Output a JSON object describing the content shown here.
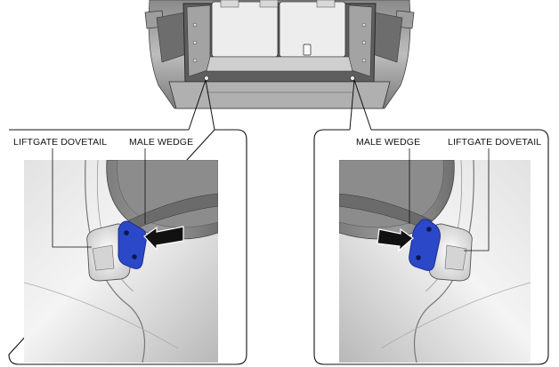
{
  "figure": {
    "left_panel": {
      "labels": {
        "dovetail": "LIFTGATE DOVETAIL",
        "wedge": "MALE WEDGE"
      }
    },
    "right_panel": {
      "labels": {
        "dovetail": "LIFTGATE DOVETAIL",
        "wedge": "MALE WEDGE"
      }
    },
    "colors": {
      "part_highlight": "#2b48c8",
      "part_outline": "#1a2a8a",
      "arrow": "#111111",
      "frame": "#111111"
    }
  }
}
